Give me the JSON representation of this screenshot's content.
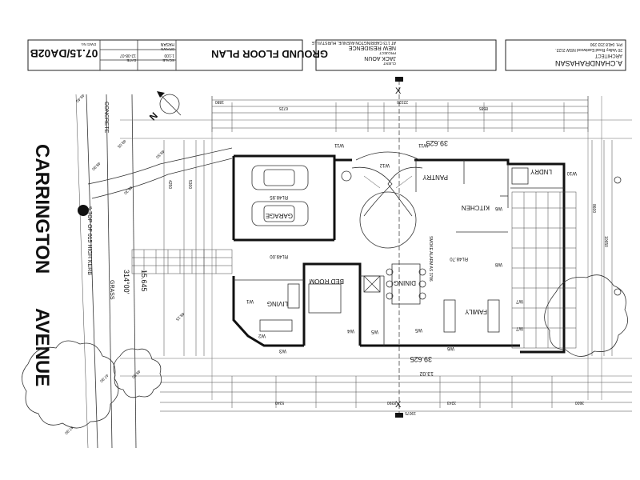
{
  "title_block": {
    "plan_title": "GROUND FLOOR PLAN",
    "dwg_no": "07.15/DA02B",
    "dwg_no_label": "DWG No.",
    "scale_label": "SCALE",
    "scale_value": "1:100",
    "date_label": "DATE",
    "date_value": "12-08-07",
    "drawn_label": "DRAWN",
    "drawn_value": "HASAN",
    "client_label": "CLIENT",
    "client_name": "JACK AOUN",
    "project_label": "PROJECT",
    "project_name": "NEW RESIDENCE",
    "project_address": "AT 173 CARRINGTON AVENUE, HURSTVILLE",
    "architect_name": "A.CHANDRAHASAN",
    "architect_title": "ARCHITECT",
    "architect_address": "20 Valley Road Eastwood NSW 2122.",
    "architect_phone": "PH. 0418 233 290"
  },
  "street": {
    "name_1": "CARRINGTON",
    "name_2": "AVENUE",
    "kerb_note": "TOP OF 015 HIGH KERB",
    "surface_1": "CONCRETE",
    "surface_2": "GRASS"
  },
  "rooms": {
    "garage": "GARAGE",
    "kitchen": "KITCHEN",
    "pantry": "PANTRY",
    "lndry": "LNDRY",
    "bedroom": "BED ROOM",
    "living": "LIVING",
    "dining": "DINING",
    "family": "FAMILY"
  },
  "levels": {
    "rl_garage": "RL48.95",
    "rl_entry": "RL49.00",
    "rl_family": "RL48.70",
    "rl_top": "39.625",
    "rl_bottom": "39.625",
    "angle": "314°00'",
    "boundary": "15.645",
    "boundary_bottom": "13.02"
  },
  "notes": {
    "smoke_alarm": "SMOKE ALARM AS 3786",
    "section_top": "X",
    "section_bottom": "X"
  },
  "windows": {
    "w1": "W1",
    "w10": "W10",
    "w11": "W11",
    "w12": "W12",
    "w6": "W6",
    "w8": "W8",
    "w7": "W7",
    "w5": "W5",
    "w4": "W4",
    "w3": "W3",
    "w2": "W2"
  },
  "dimensions": {
    "overall_top": "22320",
    "top_1": "6725",
    "top_2": "8585",
    "top_3": "1880",
    "overall_bottom": "19075",
    "bottom_1": "5340",
    "bottom_2": "8390",
    "bottom_3": "3243",
    "bottom_4": "3600",
    "left_1": "4250",
    "left_2": "5300",
    "right_1": "8600",
    "right_2": "10650"
  },
  "spot_levels": {
    "a": "49.40",
    "b": "48.90",
    "c": "49.05",
    "d": "47.90",
    "e": "48.25",
    "f": "48.30",
    "g": "48.15",
    "h": "49.50",
    "i": "47.90",
    "j": "48.50"
  }
}
